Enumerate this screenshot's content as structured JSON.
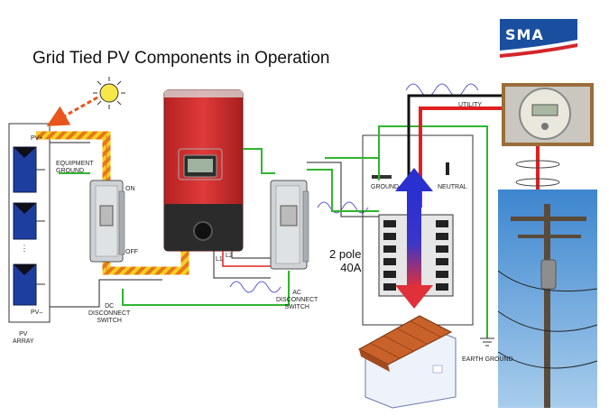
{
  "title": "Grid Tied PV Components in Operation",
  "logo": {
    "text": "SMA"
  },
  "labels": {
    "pv_plus": "PV+",
    "pv_minus": "PV–",
    "pv_array": "PV\nARRAY",
    "equipment_ground": "EQUIPMENT\nGROUND",
    "dc_on": "ON",
    "dc_off": "OFF",
    "dc_switch": "DC\nDISCONNECT\nSWITCH",
    "ac_switch": "AC\nDISCONNECT\nSWITCH",
    "l1": "L1",
    "l2": "L2",
    "utility": "UTILITY",
    "ground": "GROUND",
    "neutral": "NEUTRAL",
    "breaker": "2 pole\n40A",
    "earth_ground": "EARTH GROUND"
  },
  "colors": {
    "brand_blue": "#1a4fa0",
    "brand_red": "#d3262a",
    "inverter_red": "#d62f2f",
    "flow_yellow": "#f4d21f",
    "flow_orange": "#e8761c",
    "ground_green": "#2fb52f",
    "utility_red": "#e02020",
    "arrow_blue": "#2a2fd0",
    "arrow_red": "#e0303a"
  }
}
